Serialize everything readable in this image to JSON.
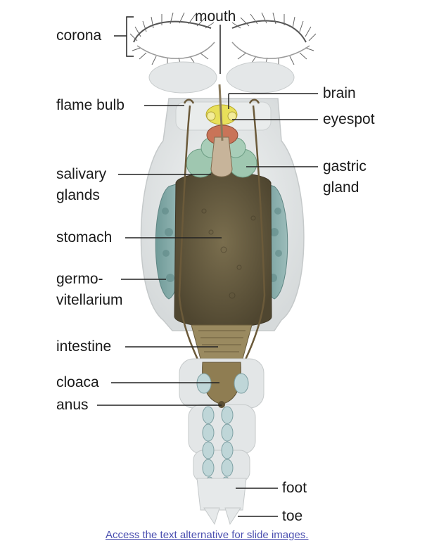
{
  "diagram": {
    "labels": {
      "mouth": "mouth",
      "corona": "corona",
      "flame_bulb": "flame bulb",
      "brain": "brain",
      "eyespot": "eyespot",
      "salivary_glands": "salivary\nglands",
      "gastric_gland": "gastric\ngland",
      "stomach": "stomach",
      "germovitellarium": "germo-\nvitellarium",
      "intestine": "intestine",
      "cloaca": "cloaca",
      "anus": "anus",
      "foot": "foot",
      "toe": "toe"
    },
    "footer_link": "Access the text alternative for slide images."
  }
}
